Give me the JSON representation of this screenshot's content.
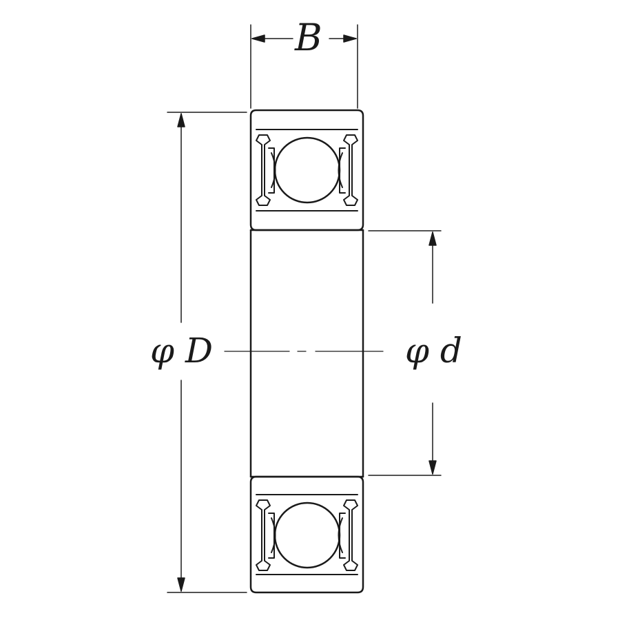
{
  "drawing": {
    "width_label": "B",
    "outer_diameter_label": "φ D",
    "inner_diameter_label": "φ d"
  },
  "colors": {
    "line": "#1a1a1a",
    "background": "#ffffff"
  }
}
